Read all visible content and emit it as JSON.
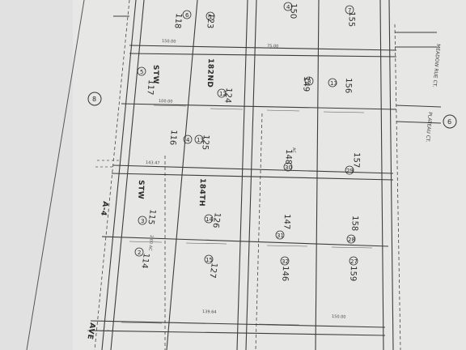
{
  "streets": {
    "st_w_top": "STW",
    "street_182nd": "182ND",
    "st_w_bottom": "STW",
    "street_184th": "184TH",
    "meadow_rue_ct": "MEADOW RUE CT.",
    "plateau_ct": "PLATEAU CT.",
    "ave": "AVE",
    "a4": "A-4"
  },
  "map_circles": {
    "left": "8",
    "right": "6"
  },
  "lots": [
    {
      "num": "118",
      "parcel": "6"
    },
    {
      "num": "123",
      "parcel": "1"
    },
    {
      "num": "150",
      "parcel": "4"
    },
    {
      "num": "155",
      "parcel": "7"
    },
    {
      "num": "117",
      "parcel": "5"
    },
    {
      "num": "124",
      "parcel": "12"
    },
    {
      "num": "149",
      "parcel": "8"
    },
    {
      "num": "156",
      "parcel": "13"
    },
    {
      "num": "116",
      "parcel": "4"
    },
    {
      "num": "125",
      "parcel": "13"
    },
    {
      "num": "148",
      "parcel": "30"
    },
    {
      "num": "157",
      "parcel": "29"
    },
    {
      "num": "115",
      "parcel": "3"
    },
    {
      "num": "126",
      "parcel": "14"
    },
    {
      "num": "147",
      "parcel": "31"
    },
    {
      "num": "158",
      "parcel": "28"
    },
    {
      "num": "114",
      "parcel": "2"
    },
    {
      "num": "127",
      "parcel": "15"
    },
    {
      "num": "146",
      "parcel": "32"
    },
    {
      "num": "159",
      "parcel": "27"
    }
  ],
  "dimensions": {
    "d1": "150.00",
    "d2": "75.00",
    "d3": "100.00",
    "d4": "AC",
    "d5": "143.47",
    "d6": "2.00 AC",
    "d7": "139.64",
    "d8": "150.00"
  }
}
